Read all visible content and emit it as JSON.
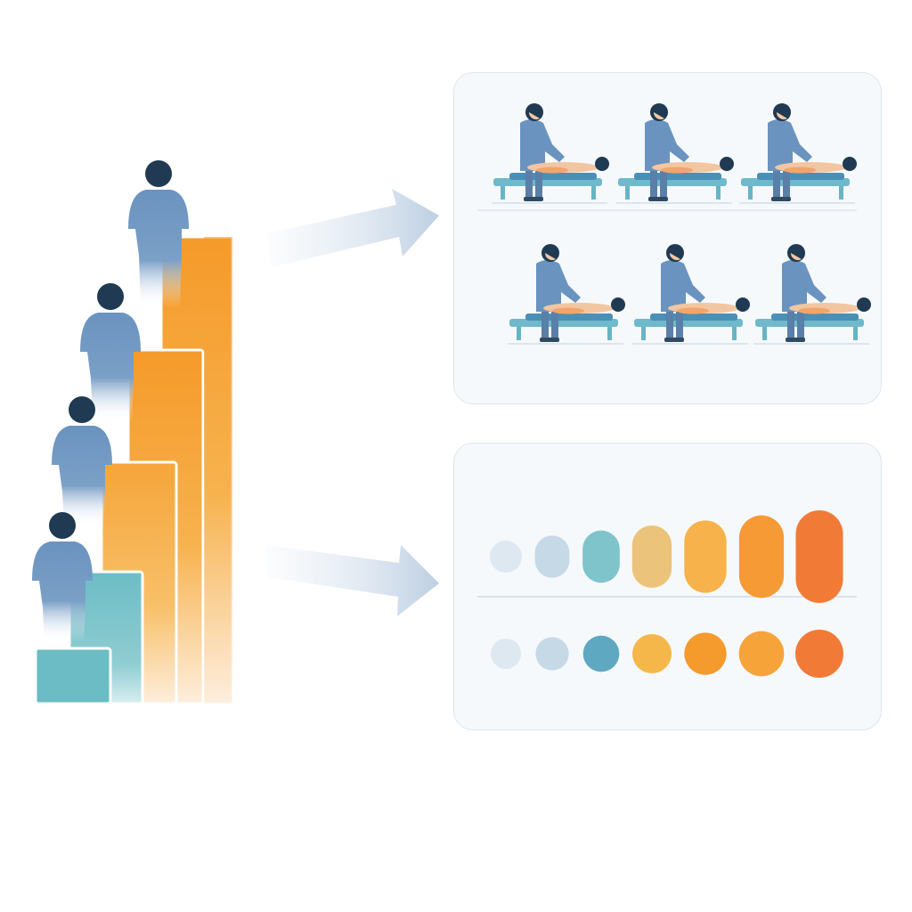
{
  "colors": {
    "person": "#6a93bf",
    "person_head": "#1f3a52",
    "bar_orange": "#f5a033",
    "bar_orange_light": "#fde3c2",
    "bar_teal": "#6bbcc4",
    "table": "#67b4c6",
    "table_top": "#4a8fb5",
    "skin": "#f3c6a2",
    "panel_bg": "#f6f9fc",
    "panel_border": "#dde5ee",
    "arrow": "#c9d7e6"
  },
  "staircase": {
    "step_count": 4,
    "bar_count": 6,
    "icons": [
      "person-icon",
      "bar-icon"
    ]
  },
  "arrows": [
    "arrow-right-icon",
    "arrow-right-icon"
  ],
  "treatment_panel": {
    "rows": 2,
    "per_row": 3,
    "icon": "therapist-massage-icon"
  },
  "intensity_panel": {
    "top_row": [
      {
        "level": 1,
        "color": "#dde8f1"
      },
      {
        "level": 2,
        "color": "#c6d9e6"
      },
      {
        "level": 3,
        "color": "#7fc4cb"
      },
      {
        "level": 4,
        "color": "#ecc37a"
      },
      {
        "level": 5,
        "color": "#f7b24c"
      },
      {
        "level": 6,
        "color": "#f69a36"
      },
      {
        "level": 7,
        "color": "#f27a37"
      }
    ],
    "bottom_row": [
      {
        "level": 1,
        "color": "#dde8f1"
      },
      {
        "level": 2,
        "color": "#c6d9e6"
      },
      {
        "level": 3,
        "color": "#5ea9c1"
      },
      {
        "level": 4,
        "color": "#f5b74a"
      },
      {
        "level": 5,
        "color": "#f59a2c"
      },
      {
        "level": 6,
        "color": "#f6a43a"
      },
      {
        "level": 7,
        "color": "#f27a37"
      }
    ]
  }
}
